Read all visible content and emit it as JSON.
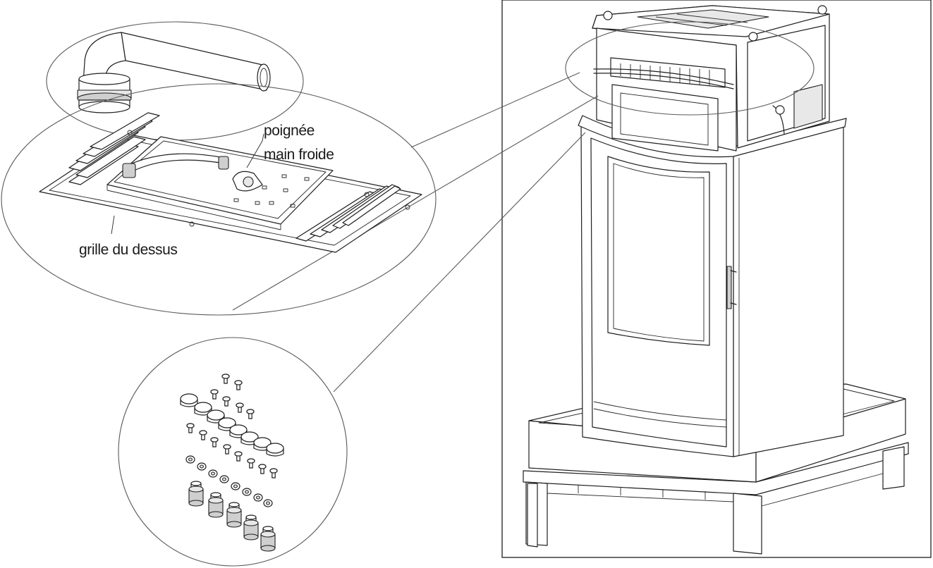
{
  "labels": {
    "handle_line1": "poignée",
    "handle_line2": "main froide",
    "top_grille": "grille du dessus"
  },
  "colors": {
    "line": "#1f1f1f",
    "callout_line": "#5a5a5a",
    "background": "#ffffff"
  }
}
